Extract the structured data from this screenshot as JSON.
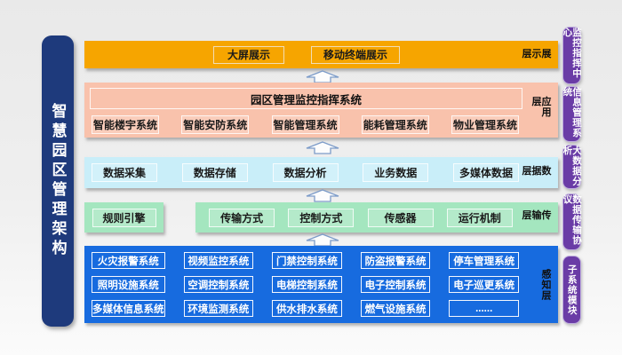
{
  "banner": {
    "title": "智慧园区管理架构"
  },
  "layers": [
    {
      "id": "display",
      "label": "展示层",
      "items": [
        "大屏展示",
        "移动终端展示"
      ]
    },
    {
      "id": "application",
      "label": "应用层",
      "title": "园区管理监控指挥系统",
      "items": [
        "智能楼宇系统",
        "智能安防系统",
        "智能管理系统",
        "能耗管理系统",
        "物业管理系统"
      ]
    },
    {
      "id": "data",
      "label": "数据层",
      "items": [
        "数据采集",
        "数据存储",
        "数据分析",
        "业务数据",
        "多媒体数据"
      ]
    },
    {
      "id": "transport",
      "label": "传输层",
      "rule_engine": "规则引擎",
      "items": [
        "传输方式",
        "控制方式",
        "传感器",
        "运行机制"
      ]
    },
    {
      "id": "perception",
      "label": "感知层",
      "rows": [
        [
          "火灾报警系统",
          "视频监控系统",
          "门禁控制系统",
          "防盗报警系统",
          "停车管理系统"
        ],
        [
          "照明设施系统",
          "空调控制系统",
          "电梯控制系统",
          "电子控制系统",
          "电子巡更系统"
        ],
        [
          "多媒体信息系统",
          "环境监测系统",
          "供水排水系统",
          "燃气设施系统",
          "......"
        ]
      ]
    }
  ],
  "side_modules": [
    "监控指挥中心",
    "信息管理系统",
    "大数据分析",
    "数据传输协议",
    "子系统模块"
  ],
  "colors": {
    "banner": "#1e3a7c",
    "display_layer": "#f6a500",
    "application_layer": "#f9c2ac",
    "data_layer": "#c9eef9",
    "transport_layer": "#a4e6bf",
    "perception_layer": "#176bdf",
    "side_module": "#6a3ca6"
  }
}
